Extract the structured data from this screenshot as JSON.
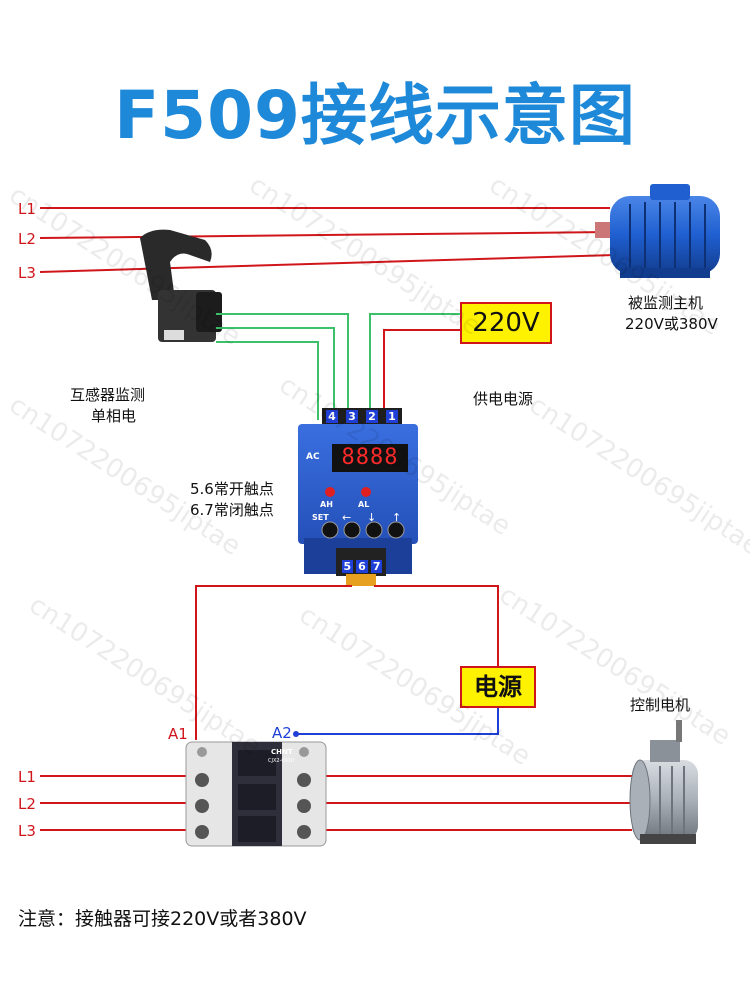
{
  "title": "F509接线示意图",
  "labels": {
    "l1_top": "L1",
    "l2_top": "L2",
    "l3_top": "L3",
    "motor_top_line1": "被监测主机",
    "motor_top_line2": "220V或380V",
    "voltage_box": "220V",
    "ct_line1": "互感器监测",
    "ct_line2": "单相电",
    "supply": "供电电源",
    "contact_no": "5.6常开触点",
    "contact_nc": "6.7常闭触点",
    "power_box": "电源",
    "a1": "A1",
    "a2": "A2",
    "l1_bottom": "L1",
    "l2_bottom": "L2",
    "l3_bottom": "L3",
    "motor_bottom": "控制电机",
    "note": "注意：接触器可接220V或者380V"
  },
  "controller": {
    "ac_label": "AC",
    "display": "8888",
    "led_left": "AH",
    "led_right": "AL",
    "set_label": "SET",
    "btn_left": "←",
    "btn_down": "↓",
    "btn_up": "↑",
    "top_terminals": [
      "4",
      "3",
      "2",
      "1"
    ],
    "bottom_terminals": [
      "5",
      "6",
      "7"
    ]
  },
  "contactor": {
    "brand": "CHNT",
    "model": "CJX2-0910"
  },
  "watermark": "cn1072200695jiptae",
  "colors": {
    "title": "#1e88d9",
    "wire_red": "#d0161b",
    "wire_green": "#3cc16a",
    "wire_blue": "#1f3fd6",
    "box_yellow": "#fff200"
  }
}
